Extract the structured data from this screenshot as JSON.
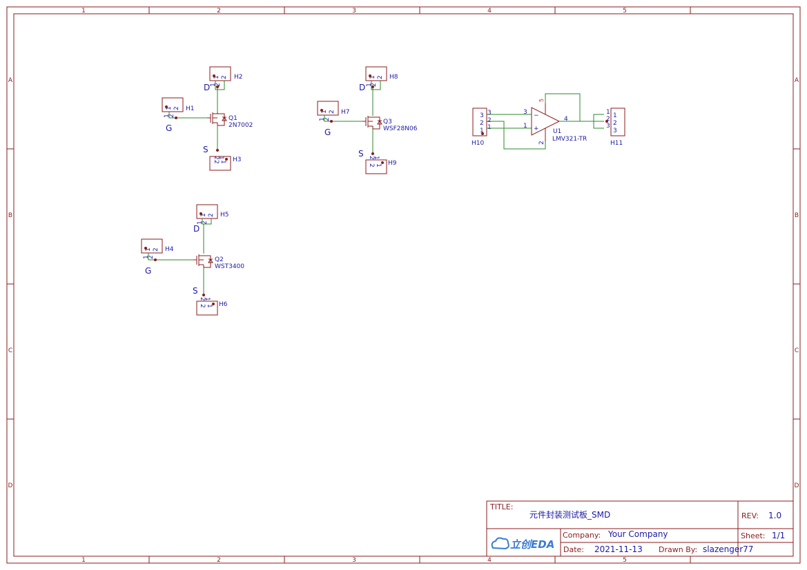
{
  "frame": {
    "columns": [
      "1",
      "2",
      "3",
      "4",
      "5"
    ],
    "rows": [
      "A",
      "B",
      "C",
      "D"
    ]
  },
  "nets": {
    "drain": "D",
    "gate": "G",
    "source": "S"
  },
  "mosfets": [
    {
      "ref": "Q1",
      "value": "2N7002",
      "drain_header": "H2",
      "gate_header": "H1",
      "source_header": "H3"
    },
    {
      "ref": "Q3",
      "value": "WSF28N06",
      "drain_header": "H8",
      "gate_header": "H7",
      "source_header": "H9"
    },
    {
      "ref": "Q2",
      "value": "WST3400",
      "drain_header": "H5",
      "gate_header": "H4",
      "source_header": "H6"
    }
  ],
  "opamp": {
    "ref": "U1",
    "value": "LMV321-TR",
    "minus": "−",
    "plus": "+",
    "pins": {
      "in_minus": "3",
      "in_plus": "1",
      "out": "4",
      "vcc": "5",
      "gnd": "2"
    }
  },
  "headers3": [
    {
      "ref": "H10",
      "pins": [
        "3",
        "2",
        "1"
      ]
    },
    {
      "ref": "H11",
      "pins": [
        "1",
        "2",
        "3"
      ],
      "outer": [
        "1",
        "2",
        "3"
      ]
    }
  ],
  "header_pins": {
    "p1": "1",
    "p2": "2"
  },
  "title_block": {
    "title_label": "TITLE:",
    "title": "元件封装测试板_SMD",
    "rev_label": "REV:",
    "rev": "1.0",
    "company_label": "Company:",
    "company": "Your Company",
    "sheet_label": "Sheet:",
    "sheet": "1/1",
    "date_label": "Date:",
    "date": "2021-11-13",
    "drawn_label": "Drawn By:",
    "drawn": "slazenger77",
    "logo_text": "立创EDA"
  },
  "colors": {
    "frame": "#8b1a1a",
    "wire": "#2a8a2a",
    "label": "#1a1aa6"
  }
}
